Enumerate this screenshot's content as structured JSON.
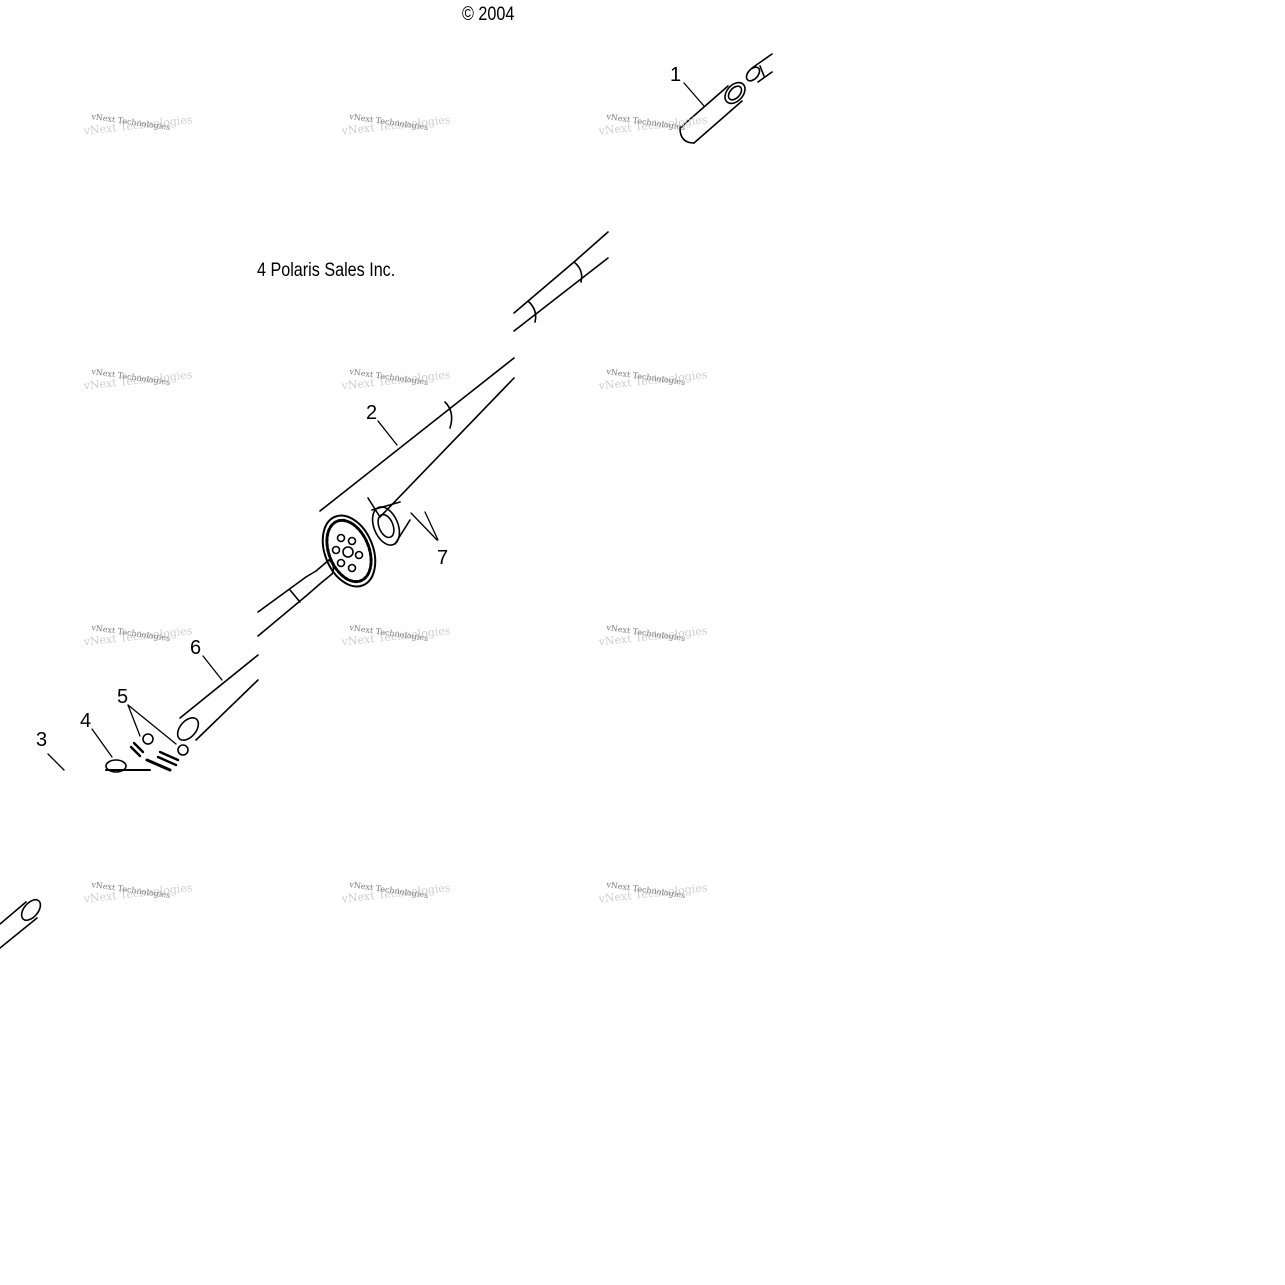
{
  "copyright": {
    "line1": "© 2004",
    "line2": "4 Polaris Sales Inc."
  },
  "callouts": [
    "1",
    "2",
    "3",
    "4",
    "5",
    "6",
    "7"
  ],
  "watermark": {
    "text": "vNext Technologies",
    "shadow": "vNext Technologies"
  },
  "colors": {
    "line": "#000000",
    "watermark": "#7a7a7a",
    "background": "#ffffff"
  }
}
